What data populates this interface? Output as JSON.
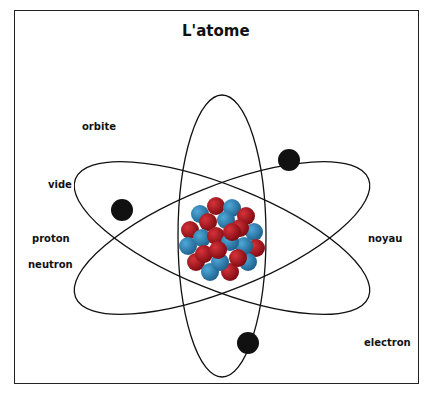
{
  "diagram": {
    "title": "L'atome",
    "labels": [
      "orbite",
      "vide",
      "proton",
      "neutron",
      "noyau",
      "electron"
    ]
  }
}
